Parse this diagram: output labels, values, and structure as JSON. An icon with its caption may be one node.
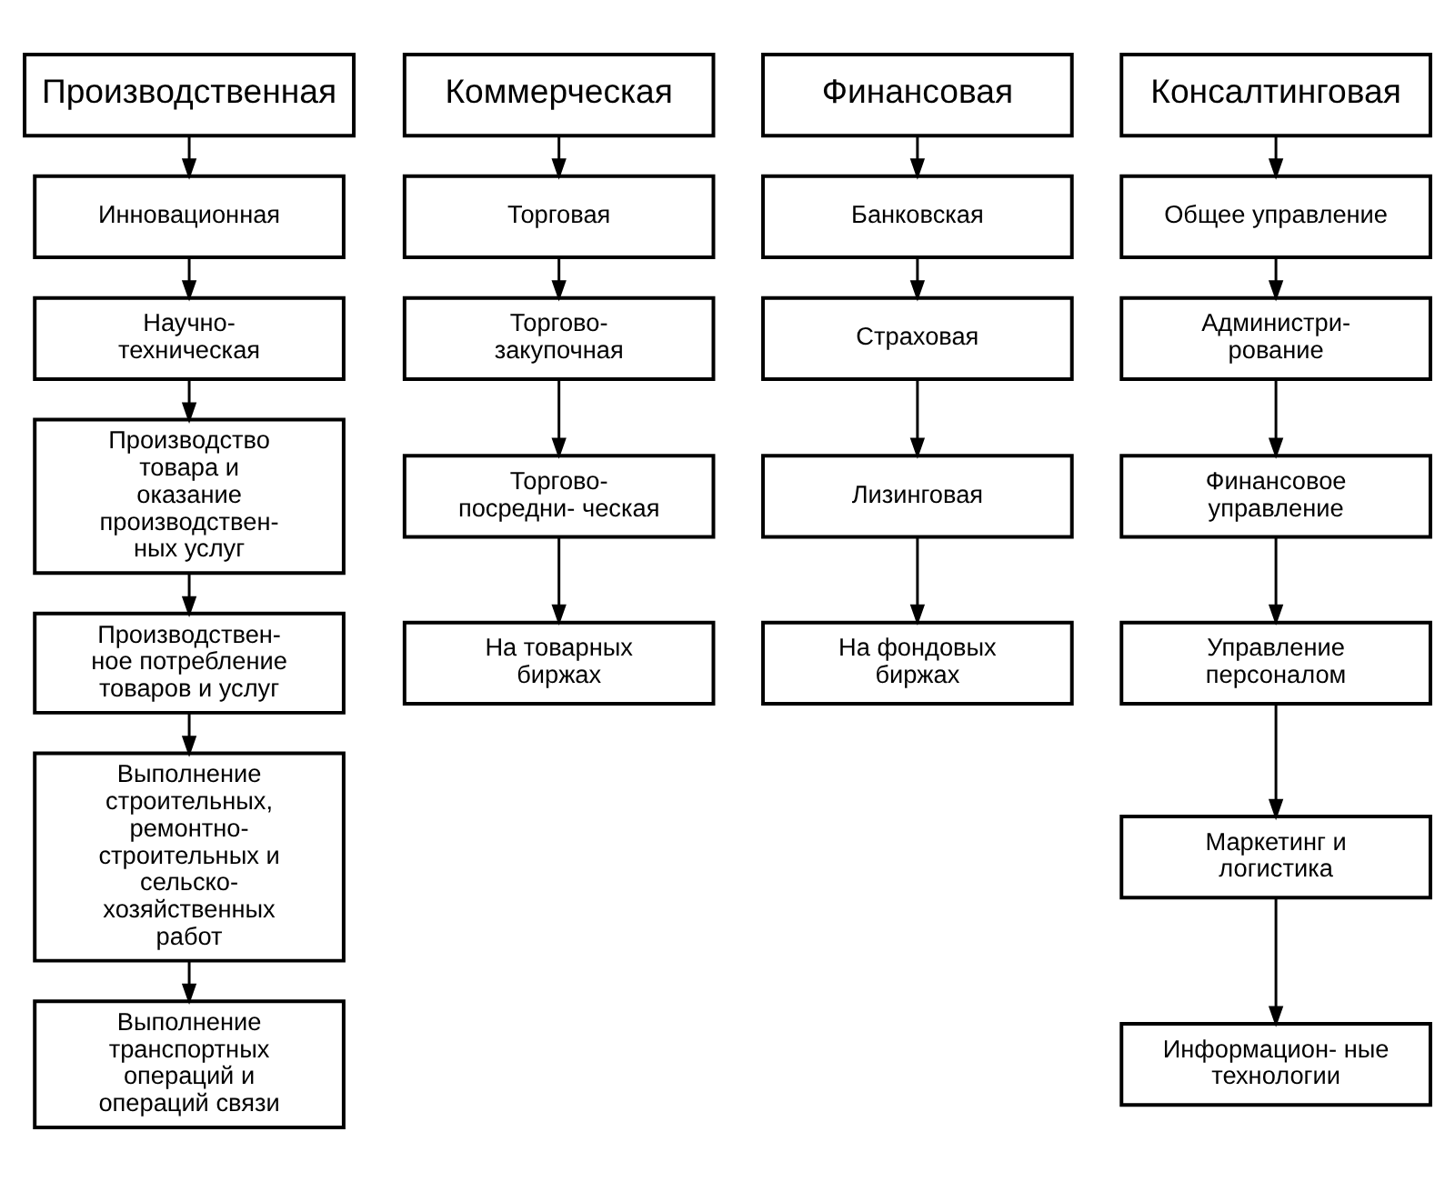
{
  "diagram": {
    "nodes": [
      {
        "text": [
          "Производственная"
        ]
      },
      {
        "text": [
          "Инновационная"
        ]
      },
      {
        "text": [
          "Научно- техническая"
        ]
      },
      {
        "text": [
          "Производство товара и оказание производствен- ных услуг"
        ]
      },
      {
        "text": [
          "Производствен- ное потребление товаров и услуг"
        ]
      },
      {
        "text": [
          "Выполнение строительных, ремонтно- строительных и сельско- хозяйственных работ"
        ]
      },
      {
        "text": [
          "Выполнение транспортных операций и операций связи"
        ]
      },
      {
        "text": [
          "Коммерческая"
        ]
      },
      {
        "text": [
          "Торговая"
        ]
      },
      {
        "text": [
          "Торгово- закупочная"
        ]
      },
      {
        "text": [
          "Торгово- посредни- ческая"
        ]
      },
      {
        "text": [
          "На товарных биржах"
        ]
      },
      {
        "text": [
          "Финансовая"
        ]
      },
      {
        "text": [
          "Банковская"
        ]
      },
      {
        "text": [
          "Страховая"
        ]
      },
      {
        "text": [
          "Лизинговая"
        ]
      },
      {
        "text": [
          "На фондовых биржах"
        ]
      },
      {
        "text": [
          "Консалтинговая"
        ]
      },
      {
        "text": [
          "Общее управление"
        ]
      },
      {
        "text": [
          "Администри- рование"
        ]
      },
      {
        "text": [
          "Финансовое управление"
        ]
      },
      {
        "text": [
          "Управление персоналом"
        ]
      },
      {
        "text": [
          "Маркетинг и логистика"
        ]
      },
      {
        "text": [
          "Информацион- ные технологии"
        ]
      }
    ],
    "edges": [
      {
        "from": 0,
        "to": 1,
        "arrow": "to"
      },
      {
        "from": 1,
        "to": 2,
        "arrow": "to"
      },
      {
        "from": 2,
        "to": 3,
        "arrow": "to"
      },
      {
        "from": 3,
        "to": 4,
        "arrow": "to"
      },
      {
        "from": 4,
        "to": 5,
        "arrow": "to"
      },
      {
        "from": 5,
        "to": 6,
        "arrow": "to"
      },
      {
        "from": 7,
        "to": 8,
        "arrow": "to"
      },
      {
        "from": 8,
        "to": 9,
        "arrow": "to"
      },
      {
        "from": 9,
        "to": 10,
        "arrow": "to"
      },
      {
        "from": 10,
        "to": 11,
        "arrow": "to"
      },
      {
        "from": 12,
        "to": 13,
        "arrow": "to"
      },
      {
        "from": 13,
        "to": 14,
        "arrow": "to"
      },
      {
        "from": 14,
        "to": 15,
        "arrow": "to"
      },
      {
        "from": 15,
        "to": 16,
        "arrow": "to"
      },
      {
        "from": 17,
        "to": 18,
        "arrow": "to"
      },
      {
        "from": 18,
        "to": 19,
        "arrow": "to"
      },
      {
        "from": 19,
        "to": 20,
        "arrow": "to"
      },
      {
        "from": 20,
        "to": 21,
        "arrow": "to"
      },
      {
        "from": 21,
        "to": 22,
        "arrow": "to"
      },
      {
        "from": 22,
        "to": 23,
        "arrow": "to"
      }
    ]
  }
}
